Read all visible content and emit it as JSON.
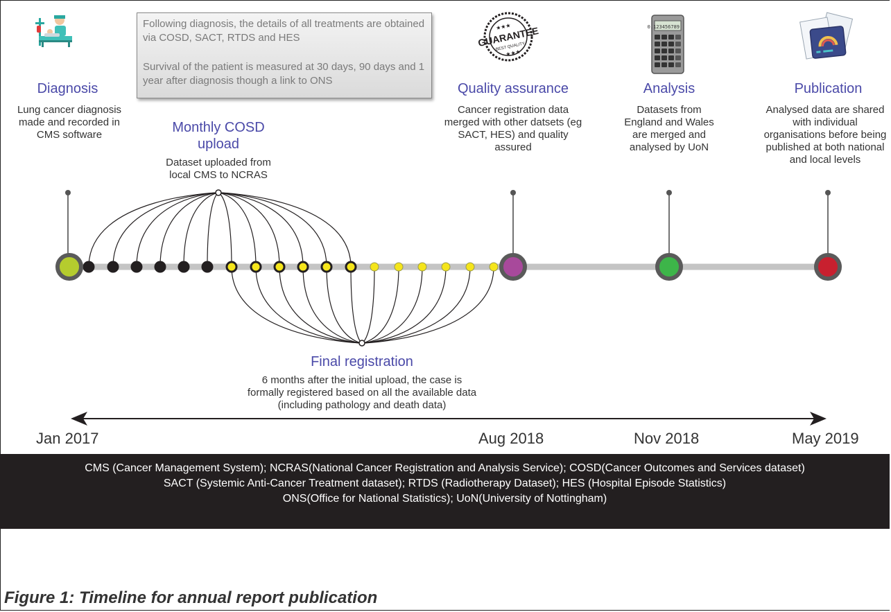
{
  "note": {
    "line1": "Following diagnosis, the details of all treatments are obtained via COSD, SACT, RTDS and HES",
    "line2": "Survival of the patient is measured at 30 days, 90 days and 1 year after diagnosis though a link to ONS"
  },
  "milestones": {
    "diagnosis": {
      "title": "Diagnosis",
      "desc": "Lung cancer diagnosis made and recorded in CMS software",
      "color": "#b5cc2e"
    },
    "monthly": {
      "title": "Monthly COSD upload",
      "desc": "Dataset uploaded from local CMS to NCRAS"
    },
    "final": {
      "title": "Final registration",
      "desc": "6 months after the initial upload, the case is formally registered based on all the available data (including pathology and death data)"
    },
    "quality": {
      "title": "Quality assurance",
      "desc": "Cancer registration data merged with other datsets (eg SACT, HES) and quality assured",
      "color": "#a8499b"
    },
    "analysis": {
      "title": "Analysis",
      "desc": "Datasets from England and Wales are merged and analysed by UoN",
      "color": "#3db549"
    },
    "publication": {
      "title": "Publication",
      "desc": "Analysed data are shared with individual organisations before being published at both national and local levels",
      "color": "#c8202f"
    }
  },
  "icons": {
    "diagnosis": "hospital-bed-icon",
    "quality": "guarantee-seal-icon",
    "quality_seal_text": "GUARANTEE",
    "quality_seal_sub": "BEST QUALITY",
    "analysis": "calculator-icon",
    "calculator_display": "0.123456789",
    "publication": "report-tablet-icon"
  },
  "dates": {
    "d1": "Jan 2017",
    "d2": "Aug 2018",
    "d3": "Nov 2018",
    "d4": "May 2019"
  },
  "abbreviations": {
    "line1": "CMS (Cancer Management System); NCRAS(National Cancer Registration and Analysis Service); COSD(Cancer Outcomes and Services dataset)",
    "line2": "SACT (Systemic Anti-Cancer Treatment dataset); RTDS (Radiotherapy Dataset); HES (Hospital Episode Statistics)",
    "line3": "ONS(Office for National Statistics); UoN(University of Nottingham)"
  },
  "caption": "Figure 1: Timeline for annual report publication",
  "colors": {
    "track": "#c4c4c4",
    "upload_dot": "#231f20",
    "registered_dot": "#f5e51b",
    "title": "#4a49a8"
  }
}
